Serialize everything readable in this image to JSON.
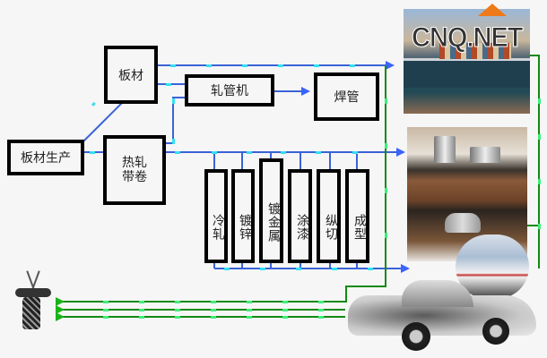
{
  "diagram": {
    "nodes": {
      "plate_production": "板材生产",
      "plate": "板材",
      "hot_rolled_coil": "热轧\n带卷",
      "pipe_mill": "轧管机",
      "welded_pipe": "焊管"
    },
    "processes": [
      {
        "id": "cold-rolling",
        "label": "冷轧"
      },
      {
        "id": "galvanizing",
        "label": "镀锌"
      },
      {
        "id": "metal-plating",
        "label": "镀金属"
      },
      {
        "id": "painting",
        "label": "涂漆"
      },
      {
        "id": "slitting",
        "label": "纵切"
      },
      {
        "id": "forming",
        "label": "成型"
      }
    ],
    "logo": {
      "text": "CNQ.NET"
    },
    "images": [
      "ship-port-image",
      "kitchen-cookware-image",
      "train-image",
      "car-cutaway-image",
      "recycle-hook-image"
    ]
  },
  "colors": {
    "blue_line": "#3a63d6",
    "cyan_dot": "#35e0f0",
    "green_line": "#128a12",
    "green_dot": "#3cf07a",
    "box_border": "#000000",
    "background": "#f6f6f6"
  }
}
